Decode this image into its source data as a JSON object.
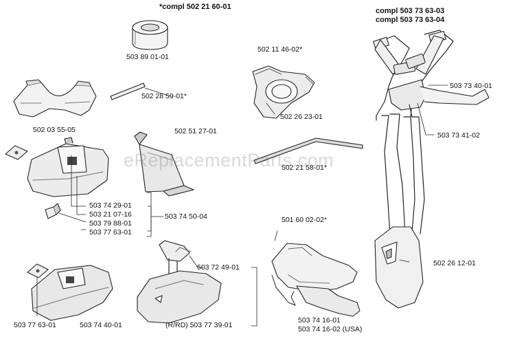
{
  "headers": {
    "kit_a": "*compl 502 21 60-01",
    "kit_b_1": "compl 503 73 63-03",
    "kit_b_2": "compl 503 73 63-04"
  },
  "watermark": "eReplacementParts.com",
  "parts": {
    "p_50389": "503 89 01-01",
    "p_50211": "502 11 46-02*",
    "p_50228": "502 28 59-01*",
    "p_50203": "502 03 55-05",
    "p_50226": "502 26 23-01",
    "p_50251": "502 51 27-01",
    "p_50221": "502 21 58-01*",
    "p_50374_29": "503 74 29-01",
    "p_50321": "503 21 07-16",
    "p_50379": "503 79 88-01",
    "p_50377_63a": "503 77 63-01",
    "p_50374_50": "503 74 50-04",
    "p_50160": "501 60 02-02*",
    "p_50372": "503 72 49-01",
    "p_50377_63b": "503 77 63-01",
    "p_50374_40": "503 74 40-01",
    "p_rrd": "(R/RD) 503 77 39-01",
    "p_50374_16a": "503 74 16-01",
    "p_50374_16b": "503 74 16-02 (USA)",
    "p_50373_40": "503 73 40-01",
    "p_50373_41": "503 73 41-02",
    "p_50226_12": "502 26 12-01"
  }
}
